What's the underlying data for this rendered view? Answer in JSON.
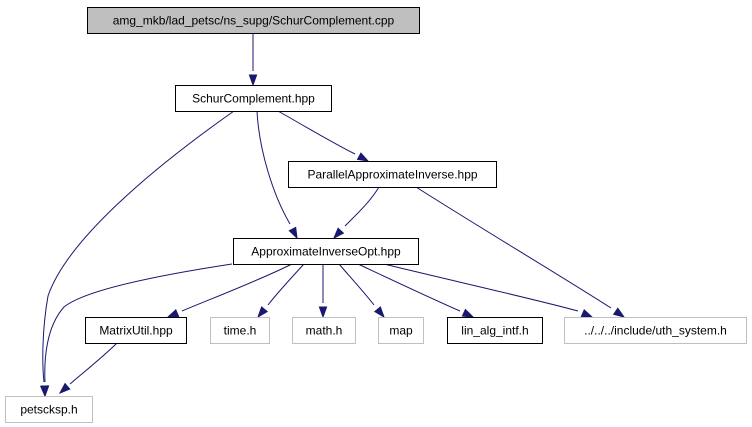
{
  "diagram": {
    "nodes": [
      {
        "id": "root",
        "label": "amg_mkb/lad_petsc/ns_supg/SchurComplement.cpp",
        "style": "main"
      },
      {
        "id": "schur",
        "label": "SchurComplement.hpp",
        "style": "doc"
      },
      {
        "id": "pai",
        "label": "ParallelApproximateInverse.hpp",
        "style": "doc"
      },
      {
        "id": "aio",
        "label": "ApproximateInverseOpt.hpp",
        "style": "doc"
      },
      {
        "id": "mutil",
        "label": "MatrixUtil.hpp",
        "style": "doc"
      },
      {
        "id": "time",
        "label": "time.h",
        "style": "ext"
      },
      {
        "id": "math",
        "label": "math.h",
        "style": "ext"
      },
      {
        "id": "map",
        "label": "map",
        "style": "ext"
      },
      {
        "id": "linalg",
        "label": "lin_alg_intf.h",
        "style": "doc"
      },
      {
        "id": "uth",
        "label": "../../../include/uth_system.h",
        "style": "ext"
      },
      {
        "id": "petsc",
        "label": "petscksp.h",
        "style": "ext"
      }
    ],
    "edges": [
      {
        "from": "root",
        "to": "schur"
      },
      {
        "from": "schur",
        "to": "petsc"
      },
      {
        "from": "schur",
        "to": "aio"
      },
      {
        "from": "schur",
        "to": "pai"
      },
      {
        "from": "pai",
        "to": "aio"
      },
      {
        "from": "pai",
        "to": "uth"
      },
      {
        "from": "aio",
        "to": "petsc"
      },
      {
        "from": "aio",
        "to": "mutil"
      },
      {
        "from": "aio",
        "to": "time"
      },
      {
        "from": "aio",
        "to": "math"
      },
      {
        "from": "aio",
        "to": "map"
      },
      {
        "from": "aio",
        "to": "linalg"
      },
      {
        "from": "aio",
        "to": "uth"
      },
      {
        "from": "mutil",
        "to": "petsc"
      }
    ]
  },
  "colors": {
    "edge": "#191970",
    "main_fill": "#bfbfbf",
    "external_border": "#bfbfbf",
    "border": "#000000"
  }
}
